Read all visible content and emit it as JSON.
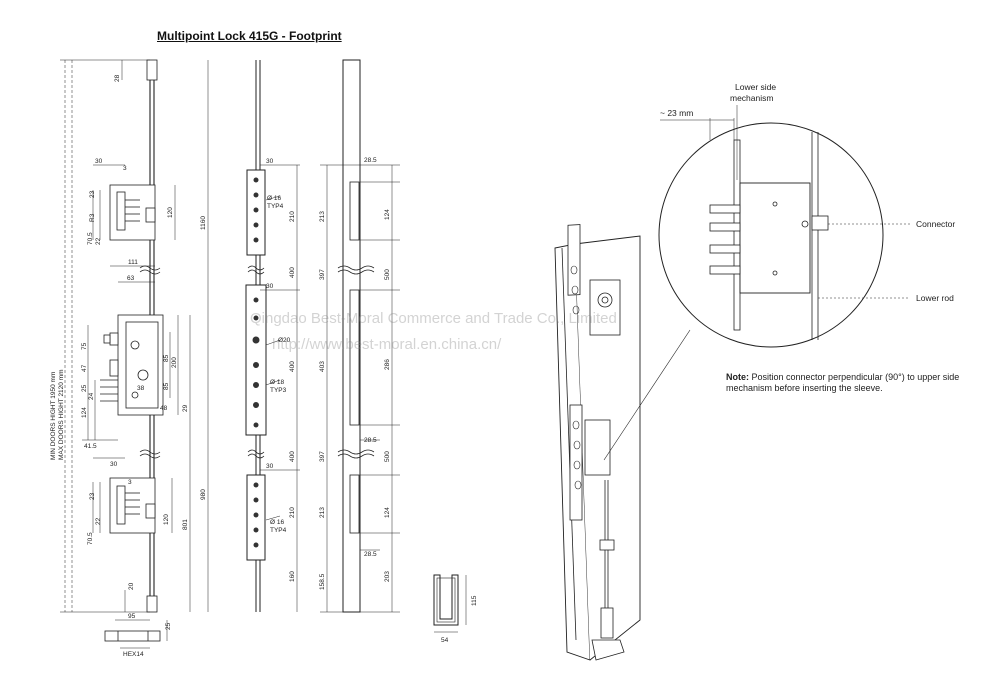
{
  "title": "Multipoint Lock 415G - Footprint",
  "watermark": {
    "line1": "Qingdao Best-Moral Commerce and Trade Co., Limited",
    "line2": "http://www.best-moral.en.china.cn/"
  },
  "labels": {
    "lower_side_mechanism": [
      "Lower side",
      "mechanism"
    ],
    "connector": "Connector",
    "lower_rod": "Lower rod",
    "gap_23": "~ 23 mm"
  },
  "note": {
    "prefix": "Note:",
    "text": "Position connector perpendicular (90°) to upper side mechanism before inserting the sleeve."
  },
  "door_heights": {
    "min": "MIN DOORS HIGHT 1950 mm",
    "max": "MAX DOORS HIGHT 2120 mm"
  },
  "dims_view1": {
    "d28": "28",
    "d1160": "1160",
    "d30a": "30",
    "d3a": "3",
    "d23a": "23",
    "dr3a": "R3",
    "d120a": "120",
    "d70a": "70.5",
    "d22a": "22",
    "d111": "111",
    "d63": "63",
    "d85a": "85",
    "d200": "200",
    "d85b": "85",
    "d75": "75",
    "d47": "47",
    "d38": "38",
    "d48": "48",
    "d29": "29",
    "d25": "25",
    "d124": "124",
    "d24": "24",
    "d41": "41.5",
    "d30b": "30",
    "d3b": "3",
    "d23b": "23",
    "d120b": "120",
    "d70b": "70.5",
    "d22b": "22",
    "d980": "980",
    "d801": "801",
    "d20": "20",
    "d95": "95",
    "d25b": "25",
    "hex": "HEX14"
  },
  "dims_view2": {
    "d30a": "30",
    "d16a": "Ø 16",
    "typ4a": "TYP4",
    "d210a": "210",
    "d400a": "400",
    "d30b": "30",
    "d20": "Ø20",
    "d18": "Ø 18",
    "typ3": "TYP3",
    "d400b": "400",
    "d30c": "30",
    "d400c": "400",
    "d16b": "Ø 16",
    "typ4b": "TYP4",
    "d210b": "210",
    "d160": "160"
  },
  "dims_view3": {
    "d28a": "28.5",
    "d213a": "213",
    "d124a": "124",
    "d397a": "397",
    "d500a": "500",
    "d403": "403",
    "d286": "286",
    "d28b": "28.5",
    "d397b": "397",
    "d500b": "500",
    "d213b": "213",
    "d124b": "124",
    "d28c": "28.5",
    "d158": "158.5",
    "d203": "203"
  },
  "dims_profile": {
    "d115": "115",
    "d54": "54"
  }
}
